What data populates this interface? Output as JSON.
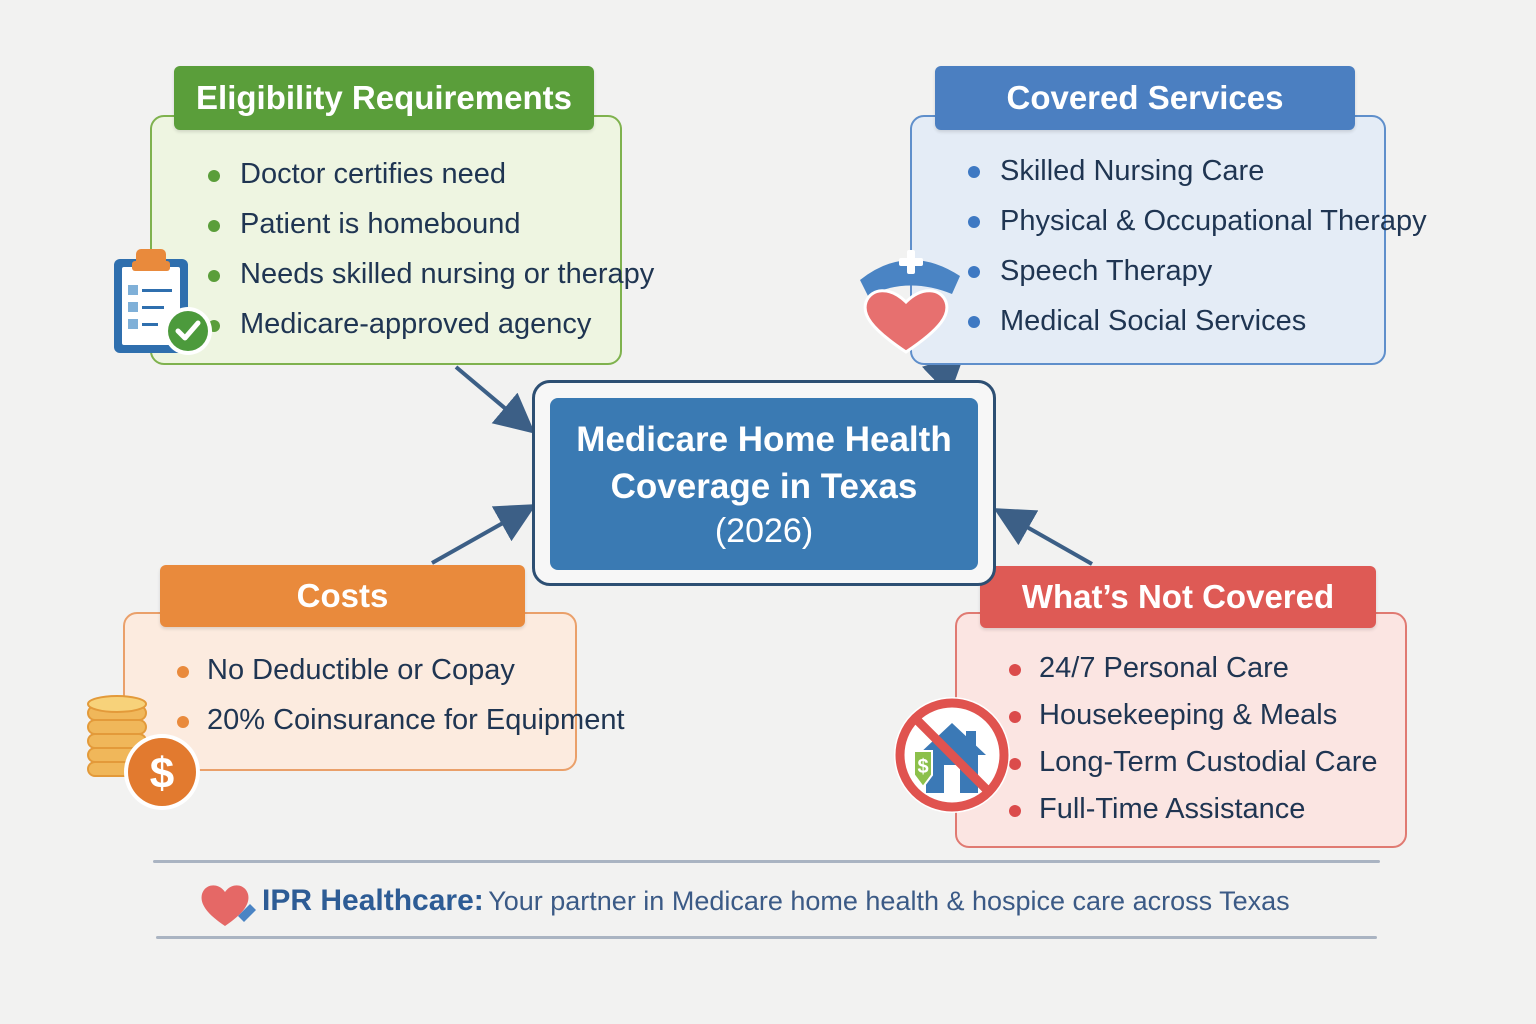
{
  "title": {
    "line1": "Medicare Home Health",
    "line2": "Coverage in Texas",
    "line3": "(2026)"
  },
  "eligibility": {
    "heading": "Eligibility Requirements",
    "items": [
      "Doctor certifies need",
      "Patient is homebound",
      "Needs skilled nursing or therapy",
      "Medicare-approved agency"
    ]
  },
  "covered": {
    "heading": "Covered Services",
    "items": [
      "Skilled Nursing Care",
      "Physical & Occupational Therapy",
      "Speech Therapy",
      "Medical Social Services"
    ]
  },
  "costs": {
    "heading": "Costs",
    "items": [
      "No Deductible or Copay",
      "20% Coinsurance for Equipment"
    ]
  },
  "not_covered": {
    "heading": "What’s Not Covered",
    "items": [
      "24/7 Personal Care",
      "Housekeeping & Meals",
      "Long-Term Custodial Care",
      "Full-Time Assistance"
    ]
  },
  "footer": {
    "brand": "IPR Healthcare:",
    "tagline": "Your partner in Medicare home health & hospice care across Texas"
  },
  "icons": {
    "eligibility": "clipboard-check-icon",
    "covered": "nurse-cap-heart-icon",
    "costs": "coin-stack-dollar-icon",
    "not_covered": "no-house-icon",
    "footer": "heart-icon"
  },
  "colors": {
    "eligibility": "#5a9e3a",
    "covered": "#4b7fc1",
    "costs": "#e98a3c",
    "not_covered": "#de5a55",
    "center": "#3a7ab3"
  }
}
